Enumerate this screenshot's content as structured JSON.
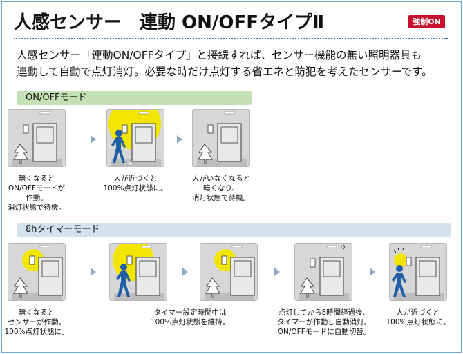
{
  "header": {
    "title": "人感センサー　連動 ON/OFFタイプⅡ",
    "badge": "強制ON"
  },
  "description": {
    "line1": "人感センサー「連動ON/OFFタイプ」と接続すれば、センサー機能の無い照明器具も",
    "line2": "連動して自動で点灯消灯。必要な時だけ点灯する省エネと防犯を考えたセンサーです。"
  },
  "sections": [
    {
      "label": "ON/OFFモード",
      "steps": [
        {
          "illustration": "dark-door-scene-icon",
          "lines": [
            "暗くなると",
            "ON/OFFモードが",
            "作動。",
            "消灯状態で待機。"
          ]
        },
        {
          "illustration": "person-lit-door-scene-icon",
          "lines": [
            "人が近づくと",
            "100%点灯状態に。"
          ]
        },
        {
          "illustration": "dark-door-scene-icon",
          "lines": [
            "人がいなくなると",
            "暗くなり、",
            "消灯状態で待機。"
          ]
        }
      ]
    },
    {
      "label": "8hタイマーモード",
      "steps": [
        {
          "illustration": "lit-door-scene-icon",
          "lines": [
            "暗くなると",
            "センサーが作動。",
            "100%点灯状態に。"
          ]
        },
        {
          "illustration": "person-lit-door-scene-icon",
          "lines": [
            "タイマー設定時間中は",
            "100%点灯状態を維持。"
          ]
        },
        {
          "illustration": "lit-door-scene-icon",
          "lines": []
        },
        {
          "illustration": "dark-door-scene-icon",
          "lines": [
            "点灯してから8時間経過後、",
            "タイマーが作動し自動消灯。",
            "ON/OFFモードに自動切替。"
          ]
        },
        {
          "illustration": "person-small-light-scene-icon",
          "lines": [
            "人が近づくと",
            "100%点灯状態に。"
          ]
        }
      ]
    }
  ],
  "colors": {
    "frame": "#6fa8d0",
    "badge": "#c8102e",
    "onoff_bar": "#c3e1b4",
    "timer_bar": "#d3e3ee",
    "light": "#f2e600",
    "person": "#1f5fa8",
    "arrow": "#8fa6c4"
  }
}
